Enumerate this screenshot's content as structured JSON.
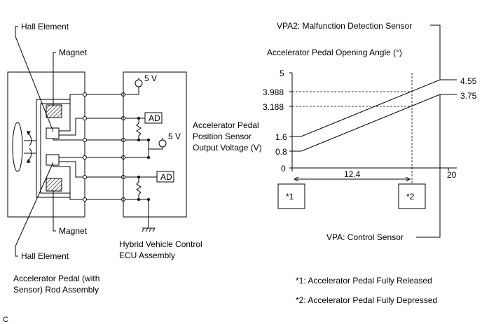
{
  "labels": {
    "hall_element_top": "Hall Element",
    "magnet_top": "Magnet",
    "magnet_bottom": "Magnet",
    "hall_element_bottom": "Hall Element",
    "rod_assembly_1": "Accelerator Pedal (with",
    "rod_assembly_2": "Sensor) Rod Assembly",
    "supply_top": "5 V",
    "supply_bottom": "5 V",
    "ad_top": "AD",
    "ad_bottom": "AD",
    "output_voltage_1": "Accelerator Pedal",
    "output_voltage_2": "Position Sensor",
    "output_voltage_3": "Output Voltage (V)",
    "ecu_1": "Hybrid Vehicle Control",
    "ecu_2": "ECU Assembly",
    "corner_mark": "C"
  },
  "graph": {
    "vpa2_label": "VPA2: Malfunction Detection Sensor",
    "vpa_label": "VPA: Control Sensor",
    "angle_axis_label": "Accelerator Pedal Opening Angle (°)",
    "y_ticks": [
      "5",
      "3.988",
      "3.188",
      "1.6",
      "0.8",
      "0"
    ],
    "right_values": [
      "4.55",
      "3.75"
    ],
    "x_span_label": "12.4",
    "x_end_label": "20",
    "marker_1": "*1",
    "marker_2": "*2"
  },
  "notes": {
    "note_1": "*1: Accelerator Pedal Fully Released",
    "note_2": "*2: Accelerator Pedal Fully Depressed"
  }
}
